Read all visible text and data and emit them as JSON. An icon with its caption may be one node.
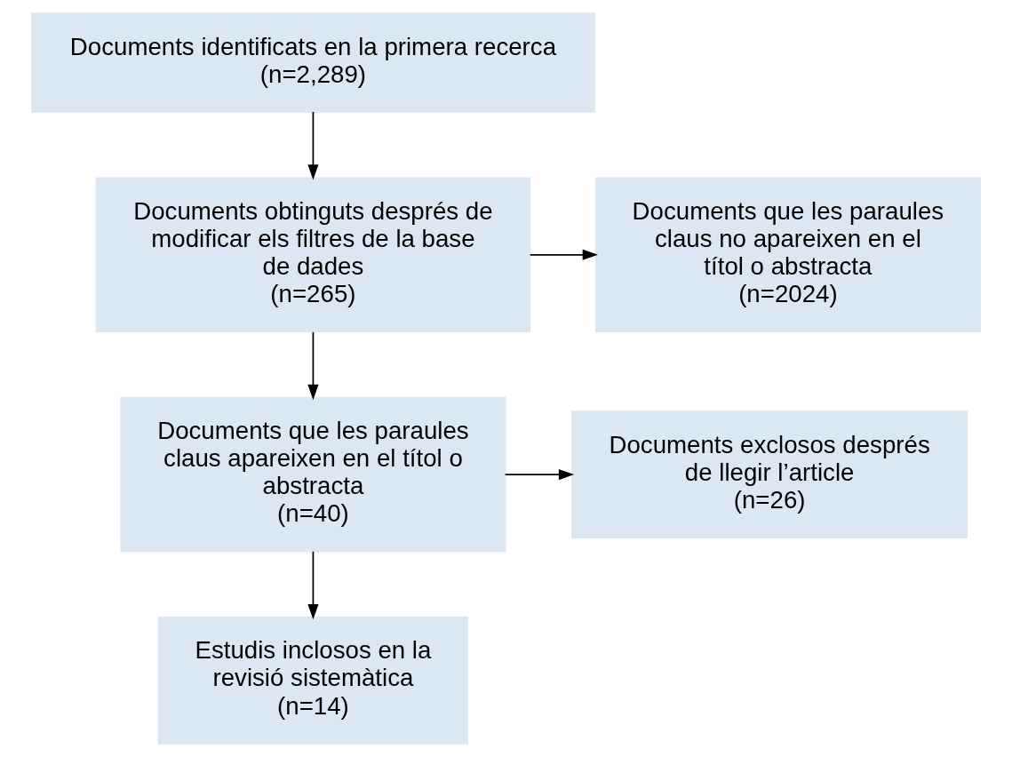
{
  "diagram": {
    "nodes": [
      {
        "text": [
          "Documents identificats en la primera recerca",
          "(n=2,289)"
        ]
      },
      {
        "text": [
          "Documents obtinguts després de modificar els filtres de la base de dades",
          "(n=265)"
        ]
      },
      {
        "text": [
          "Documents que les paraules claus no apareixen en el títol o abstracta",
          "(n=2024)"
        ]
      },
      {
        "text": [
          "Documents que les paraules claus apareixen en el títol o abstracta",
          "(n=40)"
        ]
      },
      {
        "text": [
          "Documents exclosos després de llegir l’article",
          "(n=26)"
        ]
      },
      {
        "text": [
          "Estudis inclosos en la revisió sistemàtica",
          "(n=14)"
        ]
      }
    ],
    "edges": [
      {
        "from": 0,
        "to": 1,
        "arrow": "to"
      },
      {
        "from": 1,
        "to": 2,
        "arrow": "to"
      },
      {
        "from": 1,
        "to": 3,
        "arrow": "to"
      },
      {
        "from": 3,
        "to": 4,
        "arrow": "to"
      },
      {
        "from": 3,
        "to": 5,
        "arrow": "to"
      }
    ]
  }
}
